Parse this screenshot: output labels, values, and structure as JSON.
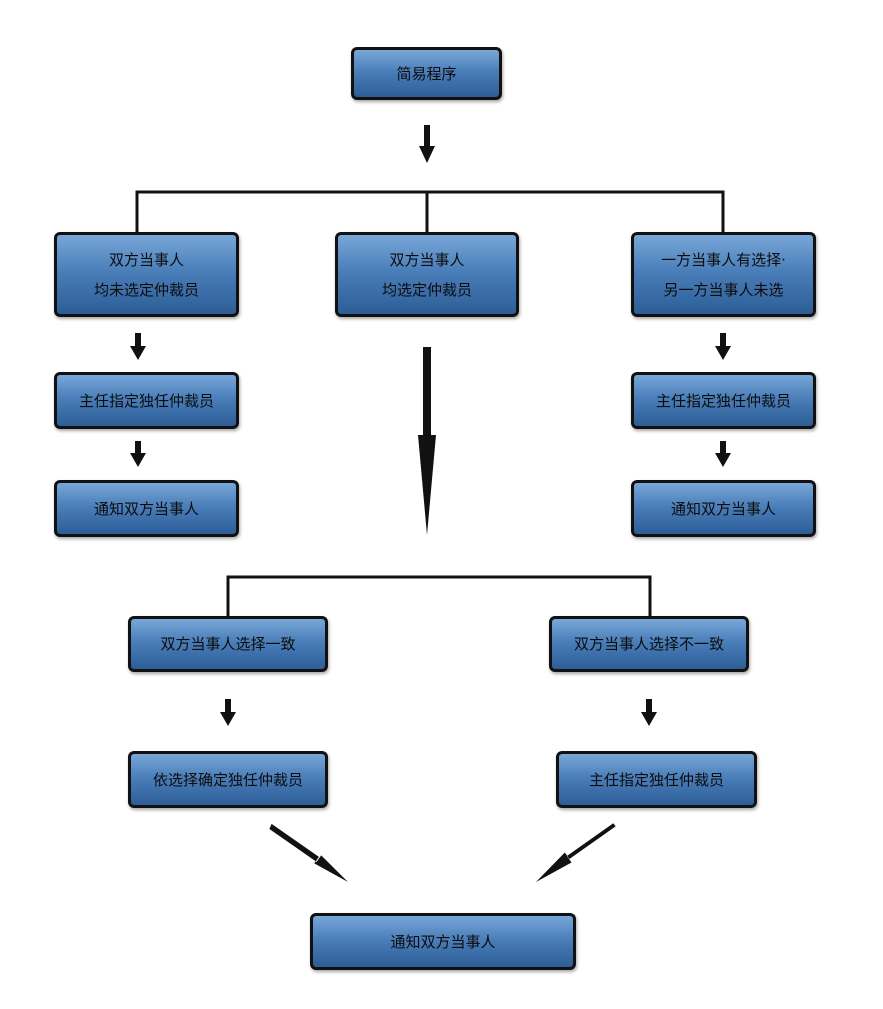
{
  "diagram": {
    "root": "简易程序",
    "branch_a": {
      "line1": "双方当事人",
      "line2": "均未选定仲裁员",
      "step1": "主任指定独任仲裁员",
      "step2": "通知双方当事人"
    },
    "branch_b": {
      "line1": "双方当事人",
      "line2": "均选定仲裁员",
      "sub_agree": "双方当事人选择一致",
      "sub_agree_step": "依选择确定独任仲裁员",
      "sub_disagree": "双方当事人选择不一致",
      "sub_disagree_step": "主任指定独任仲裁员",
      "final": "通知双方当事人"
    },
    "branch_c": {
      "line1": "一方当事人有选择·",
      "line2": "另一方当事人未选",
      "step1": "主任指定独任仲裁员",
      "step2": "通知双方当事人"
    }
  }
}
